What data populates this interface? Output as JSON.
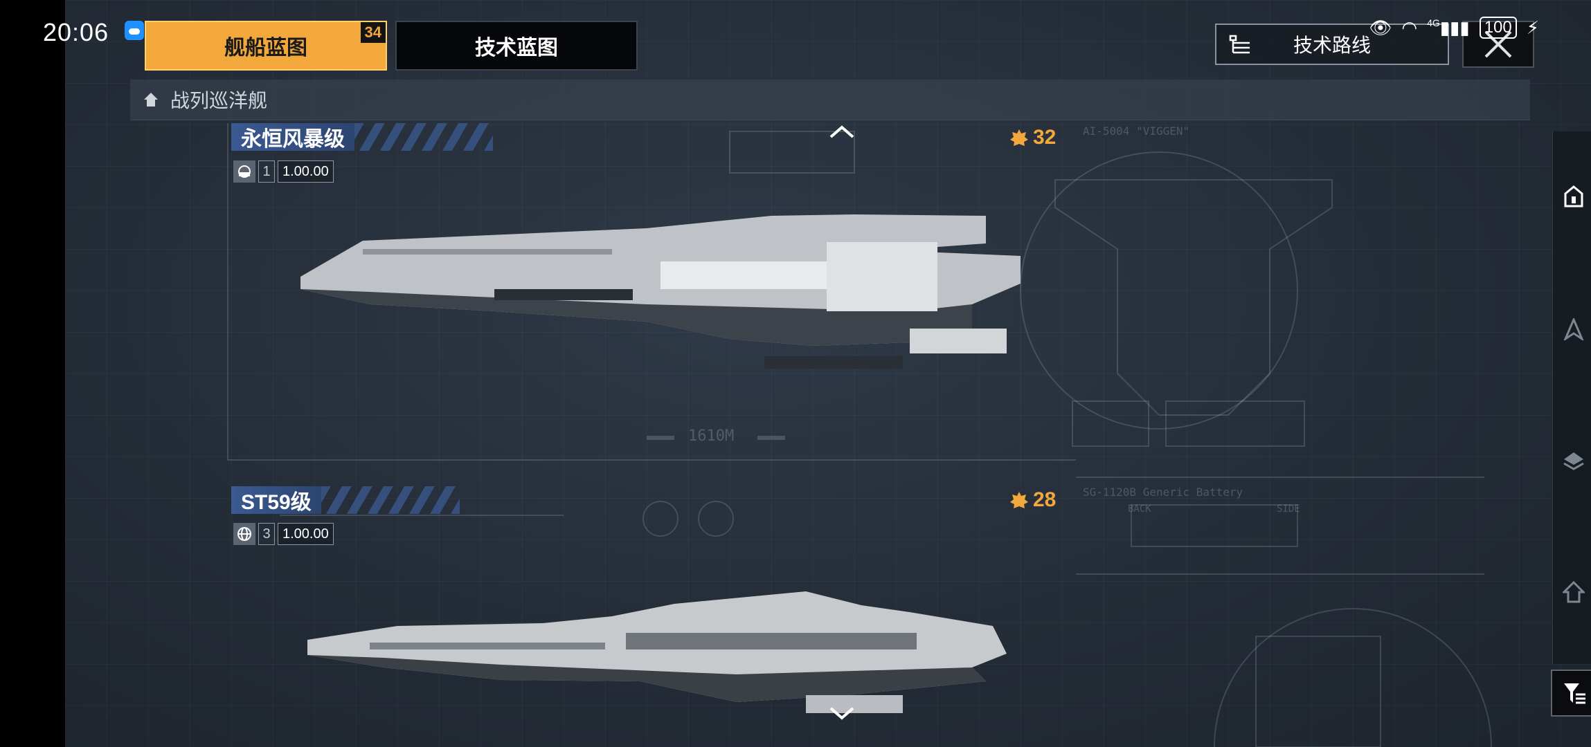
{
  "status_bar": {
    "time": "20:06",
    "battery": "100",
    "network": "4G"
  },
  "tabs": [
    {
      "label": "舰船蓝图",
      "badge": "34",
      "active": true
    },
    {
      "label": "技术蓝图",
      "active": false
    }
  ],
  "tech_route": {
    "label": "技术路线"
  },
  "category": {
    "label": "战列巡洋舰"
  },
  "ships": [
    {
      "name": "永恒风暴级",
      "tier": "1",
      "version": "1.00.00",
      "cost": "32",
      "blueprint_label": "1610M",
      "spec_label": "AI-5004 \"VIGGEN\""
    },
    {
      "name": "ST59级",
      "tier": "3",
      "version": "1.00.00",
      "cost": "28",
      "spec_label": "SG-1120B Generic Battery",
      "back_label": "BACK",
      "side_label": "SIDE"
    }
  ],
  "sidebar": {
    "items": [
      "carrier-filter-icon",
      "frigate-filter-icon",
      "layer-icon",
      "station-icon"
    ]
  },
  "colors": {
    "accent": "#f2a83a",
    "title_blue": "#3b5a92",
    "background": "#242c37"
  }
}
